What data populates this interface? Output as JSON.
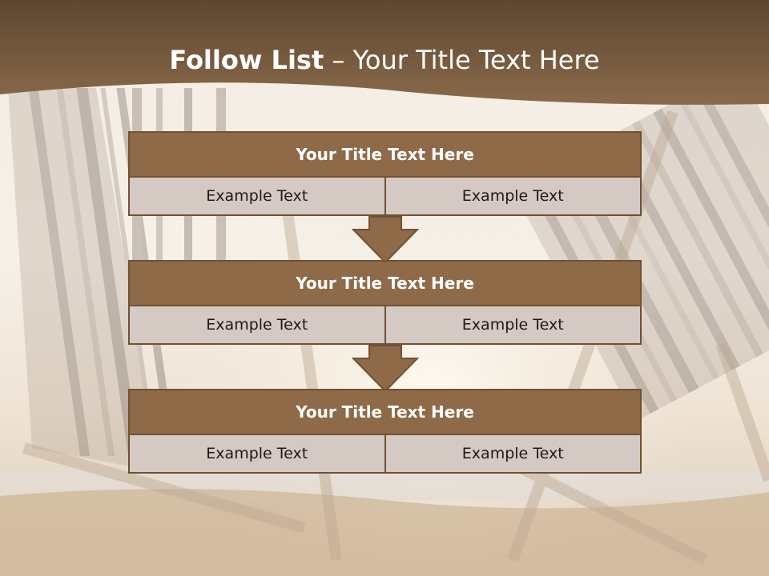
{
  "slide": {
    "title_bold": "Follow List",
    "title_rest": " – Your Title Text Here"
  },
  "blocks": [
    {
      "title": "Your Title Text Here",
      "left": "Example Text",
      "right": "Example Text"
    },
    {
      "title": "Your Title Text Here",
      "left": "Example Text",
      "right": "Example Text"
    },
    {
      "title": "Your Title Text Here",
      "left": "Example Text",
      "right": "Example Text"
    }
  ],
  "colors": {
    "header_band": "#7a5a3c",
    "block_title": "#8e6a48",
    "cell": "#d5c9c3",
    "border": "#6f5134"
  }
}
